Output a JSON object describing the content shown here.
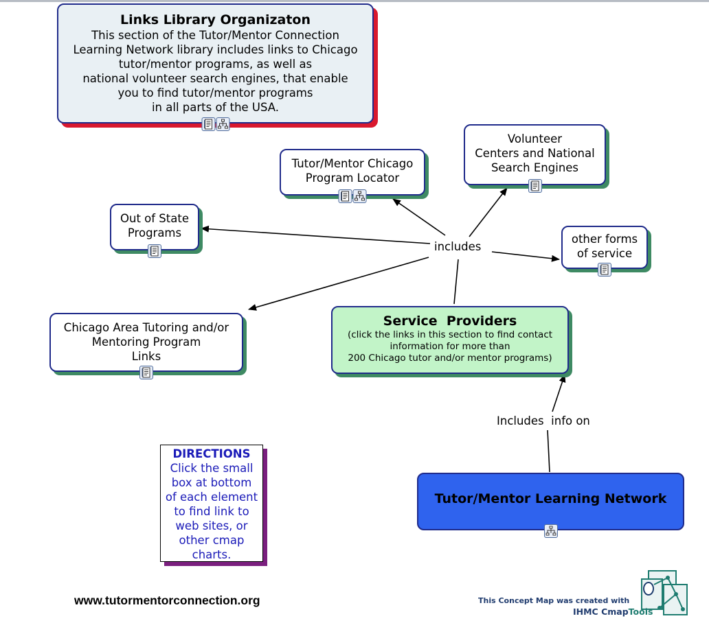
{
  "concepts": {
    "library": {
      "title": "Links Library Organizaton",
      "lines": [
        "This section of the Tutor/Mentor Connection",
        "Learning Network library includes links to Chicago",
        "tutor/mentor programs, as well as",
        "national volunteer search engines, that enable",
        "you to find tutor/mentor programs",
        "in all parts of the USA."
      ]
    },
    "locator": {
      "lines": [
        "Tutor/Mentor Chicago",
        "Program Locator"
      ]
    },
    "volunteer": {
      "lines": [
        "Volunteer",
        "Centers and National",
        "Search Engines"
      ]
    },
    "out_of_state": {
      "lines": [
        "Out of State",
        "Programs"
      ]
    },
    "other_forms": {
      "lines": [
        "other forms",
        "of service"
      ]
    },
    "chicago_area": {
      "lines": [
        "Chicago Area Tutoring and/or",
        "Mentoring Program",
        "Links"
      ]
    },
    "service_providers": {
      "title": "Service  Providers",
      "lines": [
        "(click the links in this section to find contact",
        "information for more than",
        "200 Chicago tutor and/or mentor programs)"
      ]
    },
    "network": {
      "title": "Tutor/Mentor Learning Network"
    },
    "directions": {
      "title": "DIRECTIONS",
      "lines": [
        "Click the small",
        "box at bottom",
        "of each element",
        "to find link to",
        "web sites, or",
        "other cmap",
        "charts."
      ]
    }
  },
  "link_labels": {
    "includes": "includes",
    "includes_info_on": "Includes  info on"
  },
  "footer": {
    "url": "www.tutormentorconnection.org",
    "credit_line1": "This Concept Map was created with",
    "credit_brand": "IHMC Cmap",
    "credit_accent": "Tools"
  },
  "icons": [
    "document-icon",
    "concept-map-icon"
  ],
  "colors": {
    "border": "#1f2a8a",
    "library_fill": "#e9f0f4",
    "library_shadow": "#d9182e",
    "service_fill": "#c2f4c8",
    "network_fill": "#2f63ee",
    "directions_shadow": "#7a1f7e",
    "directions_text": "#1a1ab8",
    "node_shadow": "#3e8a63"
  }
}
